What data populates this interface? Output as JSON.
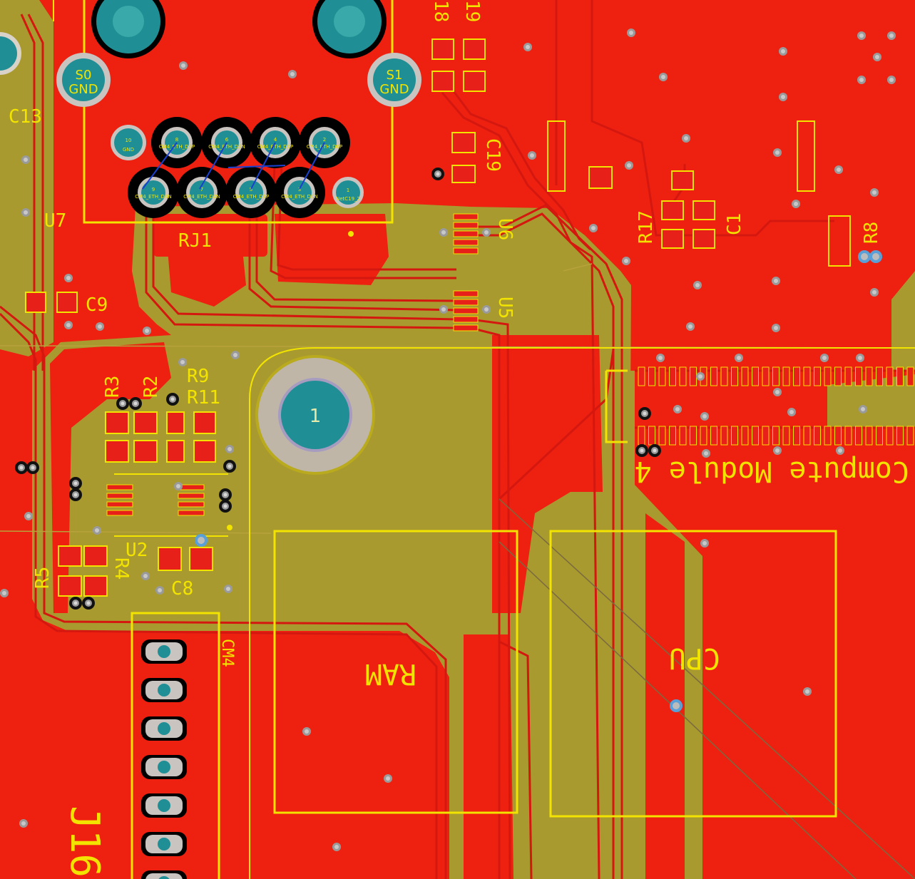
{
  "colors": {
    "copper_plane": "#ee2010",
    "copper_pour": "#a89a2e",
    "trace": "#d41810",
    "silkscreen": "#f2e400",
    "pad": "#e8201a",
    "via_ring": "#8a8a8a",
    "pth_pad": "#1f8f95"
  },
  "designators": {
    "c13": "C13",
    "u7": "U7",
    "c9": "C9",
    "rj1": "RJ1",
    "r18": "18",
    "r19": "19",
    "c19": "C19",
    "u6": "U6",
    "u5": "U5",
    "r17": "R17",
    "c1": "C1",
    "r8": "R8",
    "r3": "R3",
    "r2": "R2",
    "r9": "R9",
    "r11": "R11",
    "u2": "U2",
    "r5": "R5",
    "r4": "R4",
    "c8": "C8",
    "cm4": "CM4",
    "j16": "J16",
    "ram": "RAM",
    "cpu": "CPU",
    "compute_module": "Compute Module 4"
  },
  "pads": {
    "s0_line1": "S0",
    "s0_line2": "GND",
    "s1_line1": "S1",
    "s1_line2": "GND",
    "mount_hole": "1",
    "rj_pin10_num": "10",
    "rj_pin10_net": "GND",
    "rj_pin1_num": "1",
    "rj_pin1_net": "NetC19_2",
    "rj_top": [
      {
        "num": "8",
        "net": "CM4_ETH_D3P"
      },
      {
        "num": "6",
        "net": "CM4_ETH_D2N"
      },
      {
        "num": "4",
        "net": "CM4_ETH_D1P"
      },
      {
        "num": "2",
        "net": "CM4_ETH_D0P"
      }
    ],
    "rj_bottom": [
      {
        "num": "9",
        "net": "CM4_ETH_D3N"
      },
      {
        "num": "7",
        "net": "CM4_ETH_D2N"
      },
      {
        "num": "5",
        "net": "CM4_ETH_D1P"
      },
      {
        "num": "3",
        "net": "CM4_ETH_D0N"
      }
    ]
  }
}
